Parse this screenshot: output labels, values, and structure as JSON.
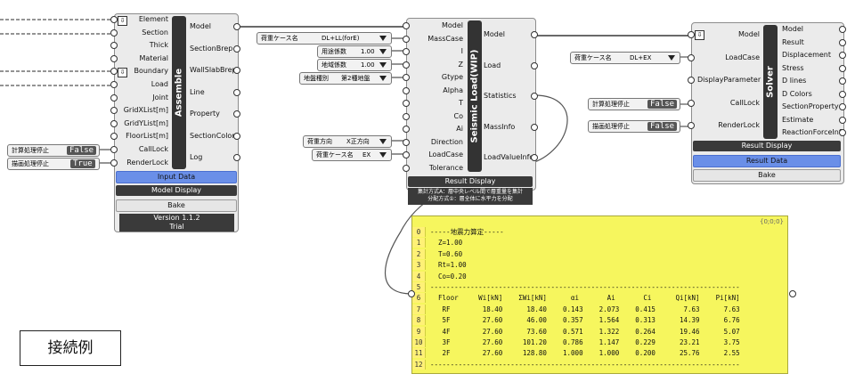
{
  "assemble": {
    "title": "Assemble",
    "inputs": [
      "Element",
      "Section",
      "Thick",
      "Material",
      "Boundary",
      "Load",
      "Joint",
      "GridXList[m]",
      "GridYList[m]",
      "FloorList[m]",
      "CallLock",
      "RenderLock"
    ],
    "outputs": [
      "Model",
      "SectionBrep",
      "WallSlabBrep",
      "Line",
      "Property",
      "SectionColor",
      "Log"
    ],
    "buttons": {
      "input_data": "Input Data",
      "model_display": "Model Display",
      "bake": "Bake"
    },
    "version": "Version 1.1.2",
    "trial": "Trial"
  },
  "assemble_toggles": [
    {
      "label": "計算処理停止",
      "value": "False"
    },
    {
      "label": "描画処理停止",
      "value": "True"
    }
  ],
  "seismic": {
    "title": "Seismic Load(WIP)",
    "inputs": [
      "Model",
      "MassCase",
      "I",
      "Z",
      "Gtype",
      "Alpha",
      "T",
      "Co",
      "Ai",
      "Direction",
      "LoadCase",
      "Tolerance"
    ],
    "outputs": [
      "Model",
      "Load",
      "Statistics",
      "MassInfo",
      "LoadValueInfo"
    ],
    "buttons": {
      "result_display": "Result Display"
    },
    "note_line1": "集計方式A：層中央レベル間で層重量を集計",
    "note_line2": "分配方式①：層全体に水平力を分配"
  },
  "seismic_selectors": [
    {
      "label": "荷重ケース名",
      "value": "DL+LL(forE)"
    },
    {
      "label": "用途係数",
      "value": "1.00"
    },
    {
      "label": "地域係数",
      "value": "1.00"
    },
    {
      "label": "地盤種別",
      "value": "第2種地盤"
    },
    {
      "label": "荷重方向",
      "value": "X正方向"
    },
    {
      "label": "荷重ケース名",
      "value": "EX"
    }
  ],
  "solver": {
    "title": "Solver",
    "inputs": [
      "Model",
      "LoadCase",
      "DisplayParameter",
      "CallLock",
      "RenderLock"
    ],
    "outputs": [
      "Model",
      "Result",
      "Displacement",
      "Stress",
      "D lines",
      "D Colors",
      "SectionProperty",
      "Estimate",
      "ReactionForceInfo"
    ],
    "buttons": {
      "result_display": "Result Display",
      "result_data": "Result Data",
      "bake": "Bake"
    }
  },
  "solver_selector": {
    "label": "荷重ケース名",
    "value": "DL+EX"
  },
  "solver_toggles": [
    {
      "label": "計算処理停止",
      "value": "False"
    },
    {
      "label": "描画処理停止",
      "value": "False"
    }
  ],
  "panel": {
    "path": "{0;0;0}",
    "rows": [
      {
        "n": "0",
        "t": "-----地震力算定-----"
      },
      {
        "n": "1",
        "t": "  Z=1.00"
      },
      {
        "n": "2",
        "t": "  T=0.60"
      },
      {
        "n": "3",
        "t": "  Rt=1.00"
      },
      {
        "n": "4",
        "t": "  Co=0.20"
      },
      {
        "n": "5",
        "t": "-----------------------------------------------------------------------------"
      },
      {
        "n": "6",
        "t": "  Floor     Wi[kN]    ΣWi[kN]      αi       Ai       Ci      Qi[kN]    Pi[kN]"
      },
      {
        "n": "7",
        "t": "   RF        18.40      18.40    0.143    2.073    0.415       7.63      7.63"
      },
      {
        "n": "8",
        "t": "   5F        27.60      46.00    0.357    1.564    0.313      14.39      6.76"
      },
      {
        "n": "9",
        "t": "   4F        27.60      73.60    0.571    1.322    0.264      19.46      5.07"
      },
      {
        "n": "10",
        "t": "   3F        27.60     101.20    0.786    1.147    0.229      23.21      3.75"
      },
      {
        "n": "11",
        "t": "   2F        27.60     128.80    1.000    1.000    0.200      25.76      2.55"
      },
      {
        "n": "12",
        "t": "-----------------------------------------------------------------------------"
      }
    ]
  },
  "example_label": "接続例"
}
